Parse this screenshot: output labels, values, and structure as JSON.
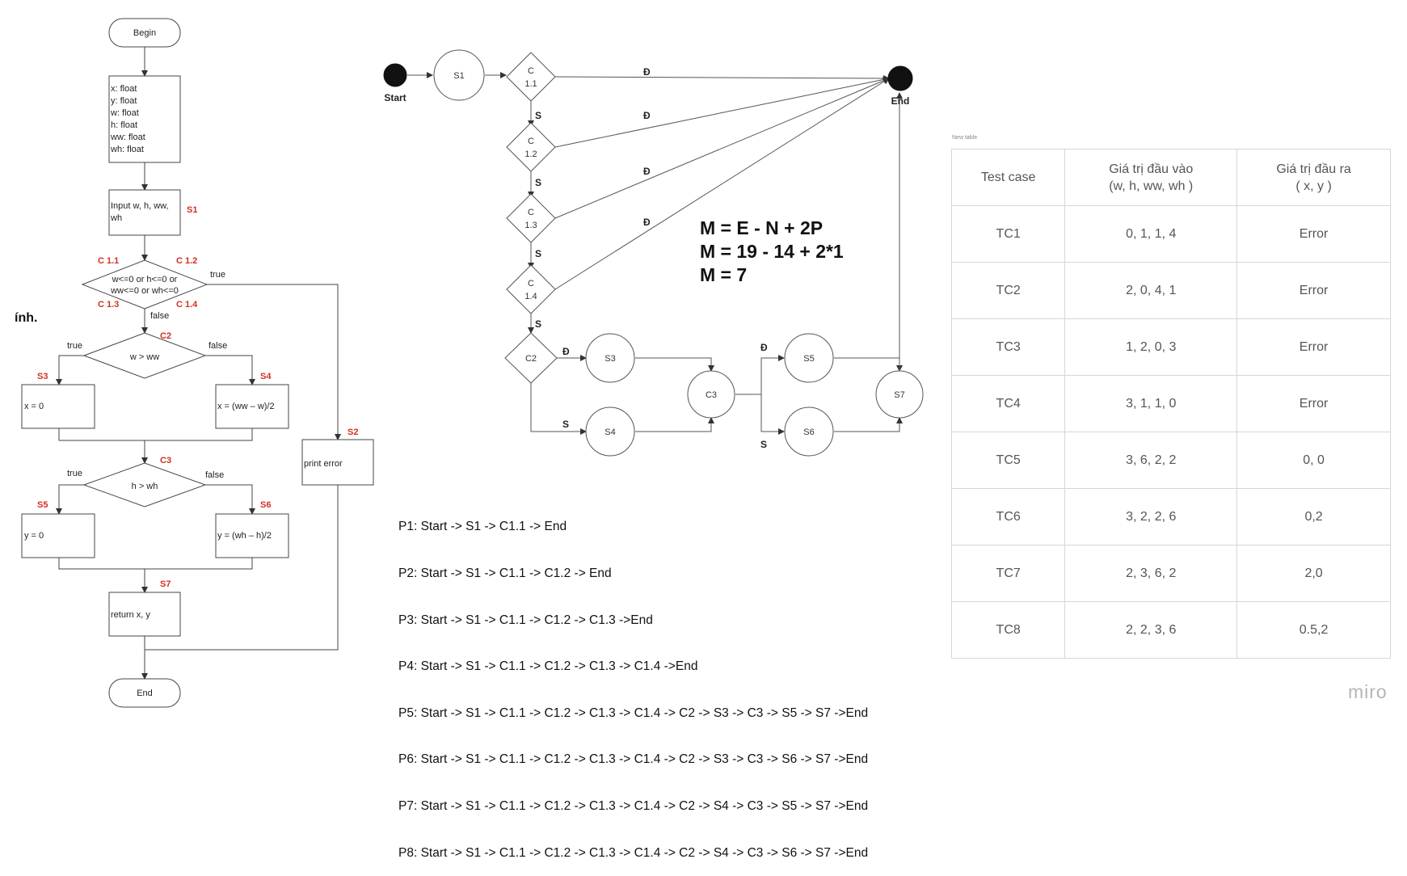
{
  "flowchart": {
    "begin": "Begin",
    "decl_lines": [
      "x: float",
      "y: float",
      "w: float",
      "h: float",
      "ww: float",
      "wh: float"
    ],
    "input_lines": [
      "Input w, h, ww,",
      "wh"
    ],
    "s1_tag": "S1",
    "c11_tag": "C 1.1",
    "c12_tag": "C 1.2",
    "c13_tag": "C 1.3",
    "c14_tag": "C 1.4",
    "cond1_lines": [
      "w<=0 or h<=0 or",
      "ww<=0 or wh<=0"
    ],
    "cond1_true": "true",
    "cond1_false": "false",
    "c2_tag": "C2",
    "cond2": "w > ww",
    "cond2_true": "true",
    "cond2_false": "false",
    "s3_tag": "S3",
    "s3_text": "x = 0",
    "s4_tag": "S4",
    "s4_text": "x = (ww – w)/2",
    "s2_tag": "S2",
    "s2_text": "print error",
    "c3_tag": "C3",
    "cond3": "h > wh",
    "cond3_true": "true",
    "cond3_false": "false",
    "s5_tag": "S5",
    "s5_text": "y = 0",
    "s6_tag": "S6",
    "s6_text": "y = (wh – h)/2",
    "s7_tag": "S7",
    "s7_text": "return x, y",
    "end": "End"
  },
  "left_fragment": "ính.",
  "cfg": {
    "start": "Start",
    "end": "End",
    "s1": "S1",
    "s3": "S3",
    "s4": "S4",
    "s5": "S5",
    "s6": "S6",
    "s7": "S7",
    "c3": "C3",
    "c2": "C2",
    "c11": [
      "C",
      "1.1"
    ],
    "c12": [
      "C",
      "1.2"
    ],
    "c13": [
      "C",
      "1.3"
    ],
    "c14": [
      "C",
      "1.4"
    ],
    "true_label": "Đ",
    "false_label": "S"
  },
  "cyclomatic": [
    "M = E - N + 2P",
    "M = 19 - 14 + 2*1",
    "M = 7"
  ],
  "paths": [
    "P1: Start -> S1 -> C1.1 -> End",
    "P2: Start -> S1 -> C1.1 -> C1.2 -> End",
    "P3: Start -> S1 -> C1.1 -> C1.2 -> C1.3 ->End",
    "P4: Start -> S1 -> C1.1 -> C1.2 -> C1.3 -> C1.4 ->End",
    "P5: Start -> S1 -> C1.1 -> C1.2 -> C1.3 -> C1.4 -> C2 -> S3 -> C3 -> S5 -> S7 ->End",
    "P6: Start -> S1 -> C1.1 -> C1.2 -> C1.3 -> C1.4 -> C2 -> S3 -> C3 -> S6 -> S7 ->End",
    "P7: Start -> S1 -> C1.1 -> C1.2 -> C1.3 -> C1.4 -> C2 -> S4 -> C3 -> S5 -> S7 ->End",
    "P8: Start -> S1 -> C1.1 -> C1.2 -> C1.3 -> C1.4 -> C2 -> S4 -> C3 -> S6 -> S7 ->End"
  ],
  "table": {
    "caption": "New table",
    "headers": [
      [
        "Test case"
      ],
      [
        "Giá trị đầu vào",
        "(w, h, ww, wh )"
      ],
      [
        "Giá trị đầu ra",
        "( x, y )"
      ]
    ],
    "rows": [
      [
        "TC1",
        "0, 1, 1, 4",
        "Error"
      ],
      [
        "TC2",
        "2, 0, 4, 1",
        "Error"
      ],
      [
        "TC3",
        "1, 2, 0, 3",
        "Error"
      ],
      [
        "TC4",
        "3, 1, 1, 0",
        "Error"
      ],
      [
        "TC5",
        "3, 6, 2, 2",
        "0, 0"
      ],
      [
        "TC6",
        "3, 2, 2, 6",
        "0,2"
      ],
      [
        "TC7",
        "2, 3, 6, 2",
        "2,0"
      ],
      [
        "TC8",
        "2, 2, 3, 6",
        "0.5,2"
      ]
    ]
  },
  "brand": "miro"
}
